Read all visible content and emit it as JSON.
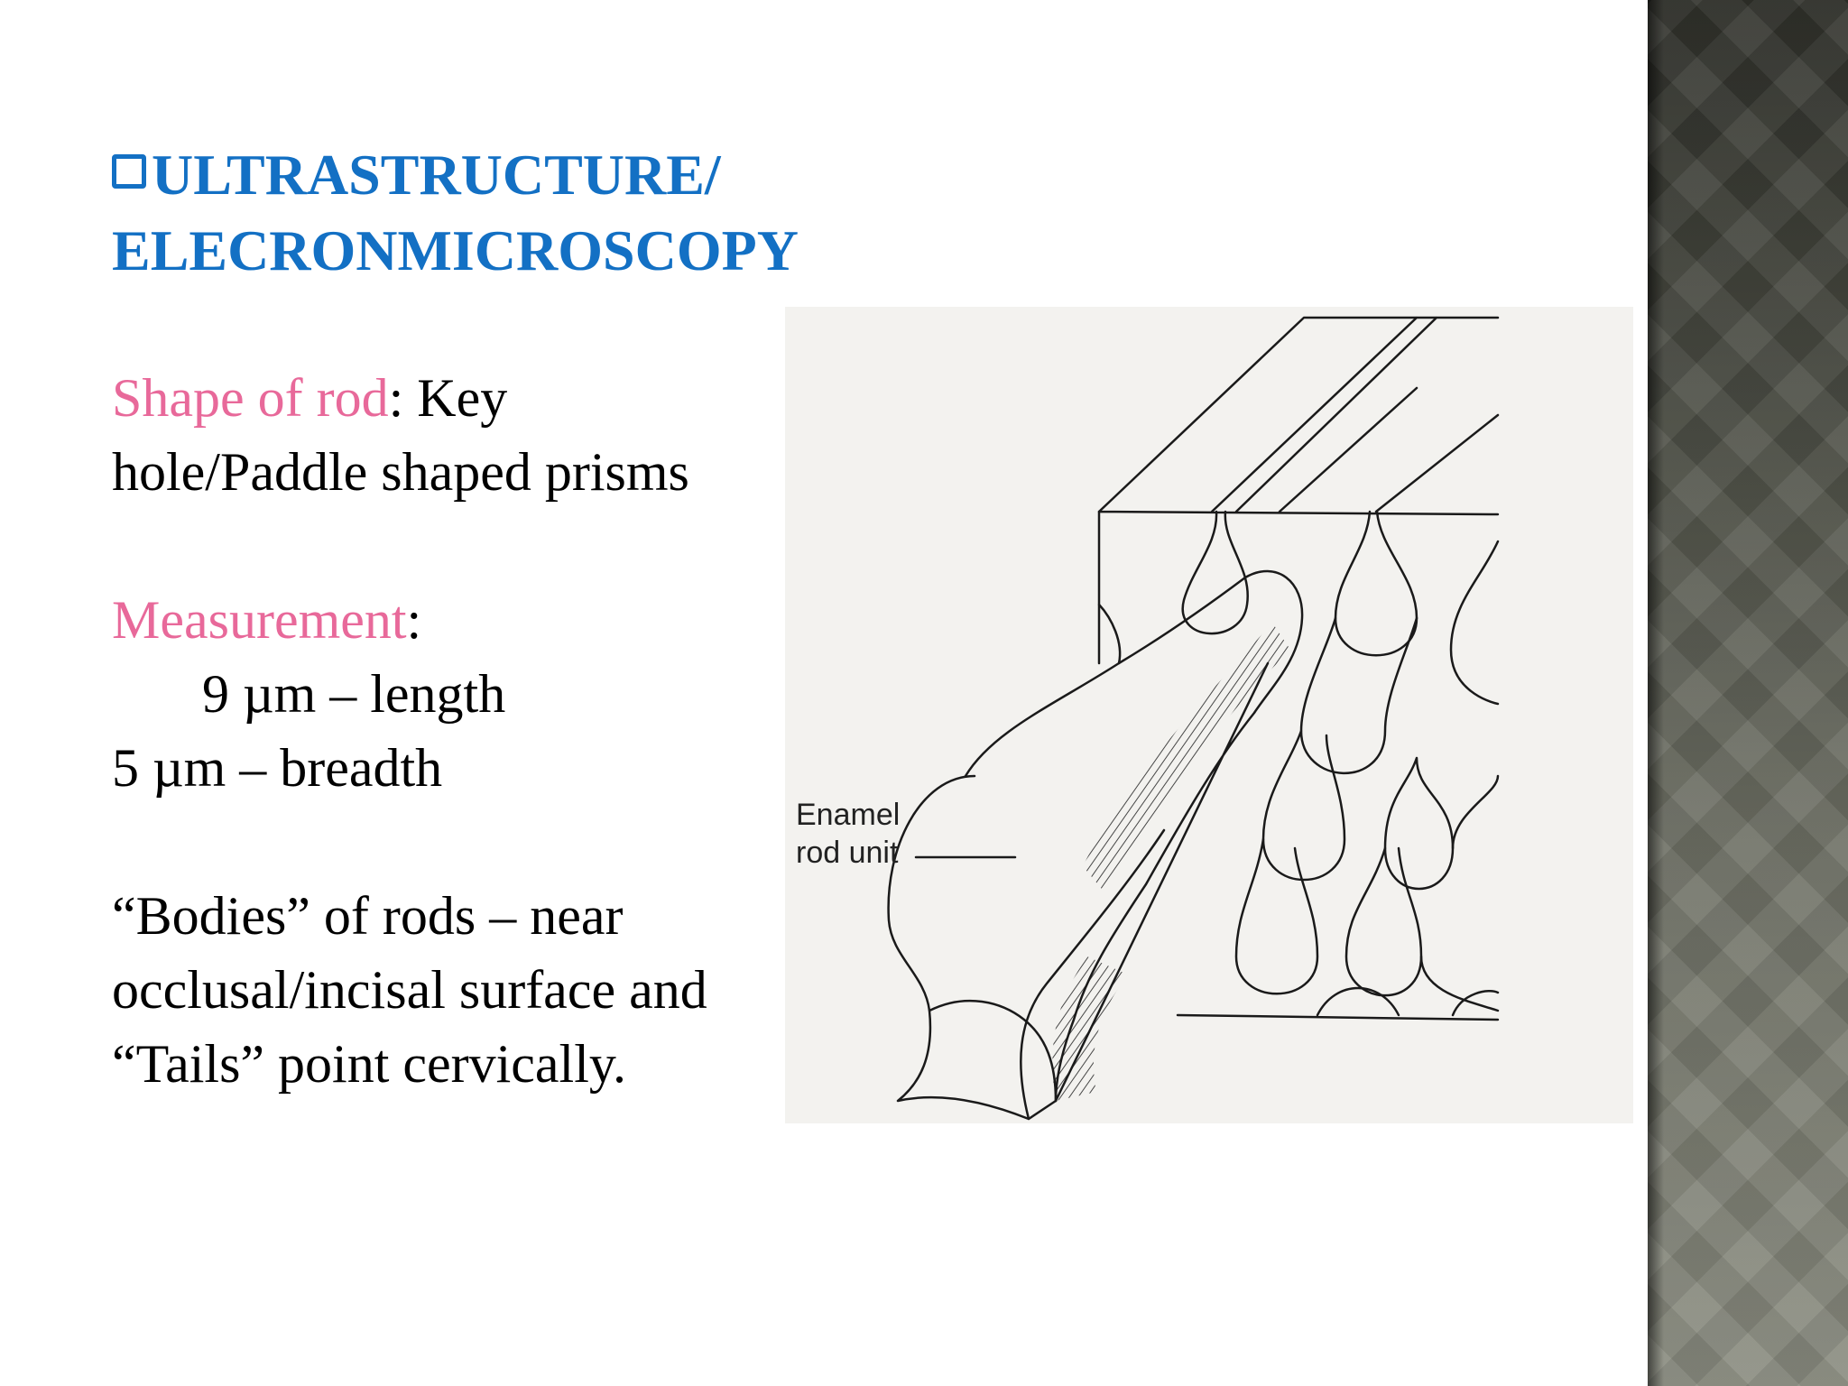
{
  "title": {
    "line1": "ULTRASTRUCTURE/",
    "line2": "ELECRONMICROSCOPY"
  },
  "shape": {
    "label": "Shape of rod",
    "text_line1": ": Key",
    "text_line2": "hole/Paddle shaped prisms"
  },
  "measurement": {
    "label": "Measurement",
    "colon": ":",
    "length": "9 µm – length",
    "breadth": "5 µm – breadth"
  },
  "bodies": {
    "line1": "“Bodies” of rods – near",
    "line2": "occlusal/incisal surface and",
    "line3": "“Tails” point cervically."
  },
  "figure": {
    "label_line1": "Enamel",
    "label_line2": "rod unit"
  },
  "colors": {
    "title": "#1370c4",
    "highlight": "#e8699a",
    "text": "#000000"
  }
}
